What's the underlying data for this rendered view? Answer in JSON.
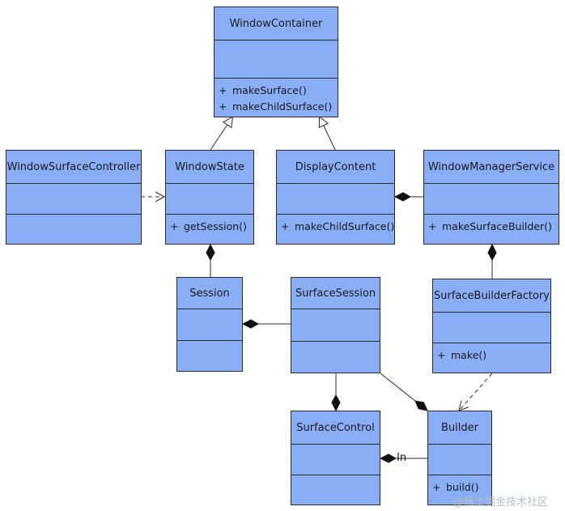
{
  "classes": {
    "window_container": {
      "name": "WindowContainer",
      "operations": [
        "makeSurface()",
        "makeChildSurface()"
      ]
    },
    "window_surface_controller": {
      "name": "WindowSurfaceController",
      "operations": []
    },
    "window_state": {
      "name": "WindowState",
      "operations": [
        "getSession()"
      ]
    },
    "display_content": {
      "name": "DisplayContent",
      "operations": [
        "makeChildSurface()"
      ]
    },
    "window_manager_service": {
      "name": "WindowManagerService",
      "operations": [
        "makeSurfaceBuilder()"
      ]
    },
    "session": {
      "name": "Session",
      "operations": []
    },
    "surface_session": {
      "name": "SurfaceSession",
      "operations": []
    },
    "surface_builder_factory": {
      "name": "SurfaceBuilderFactory",
      "operations": [
        "make()"
      ]
    },
    "surface_control": {
      "name": "SurfaceControl",
      "operations": []
    },
    "builder": {
      "name": "Builder",
      "operations": [
        "build()"
      ]
    }
  },
  "visibility_symbol": "+",
  "relations": {
    "builder_link_label": "In"
  },
  "colors": {
    "class_fill": "#8aaef5",
    "line": "#2b2b2b"
  },
  "watermark": "@稀土掘金技术社区"
}
